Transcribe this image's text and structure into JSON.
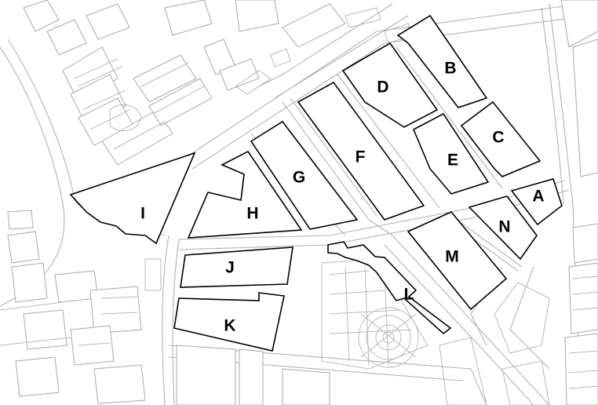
{
  "map": {
    "parcels": [
      {
        "id": "A",
        "label": "A"
      },
      {
        "id": "B",
        "label": "B"
      },
      {
        "id": "C",
        "label": "C"
      },
      {
        "id": "D",
        "label": "D"
      },
      {
        "id": "E",
        "label": "E"
      },
      {
        "id": "F",
        "label": "F"
      },
      {
        "id": "G",
        "label": "G"
      },
      {
        "id": "H",
        "label": "H"
      },
      {
        "id": "I",
        "label": "I"
      },
      {
        "id": "J",
        "label": "J"
      },
      {
        "id": "K",
        "label": "K"
      },
      {
        "id": "L",
        "label": "L"
      },
      {
        "id": "M",
        "label": "M"
      },
      {
        "id": "N",
        "label": "N"
      }
    ]
  }
}
